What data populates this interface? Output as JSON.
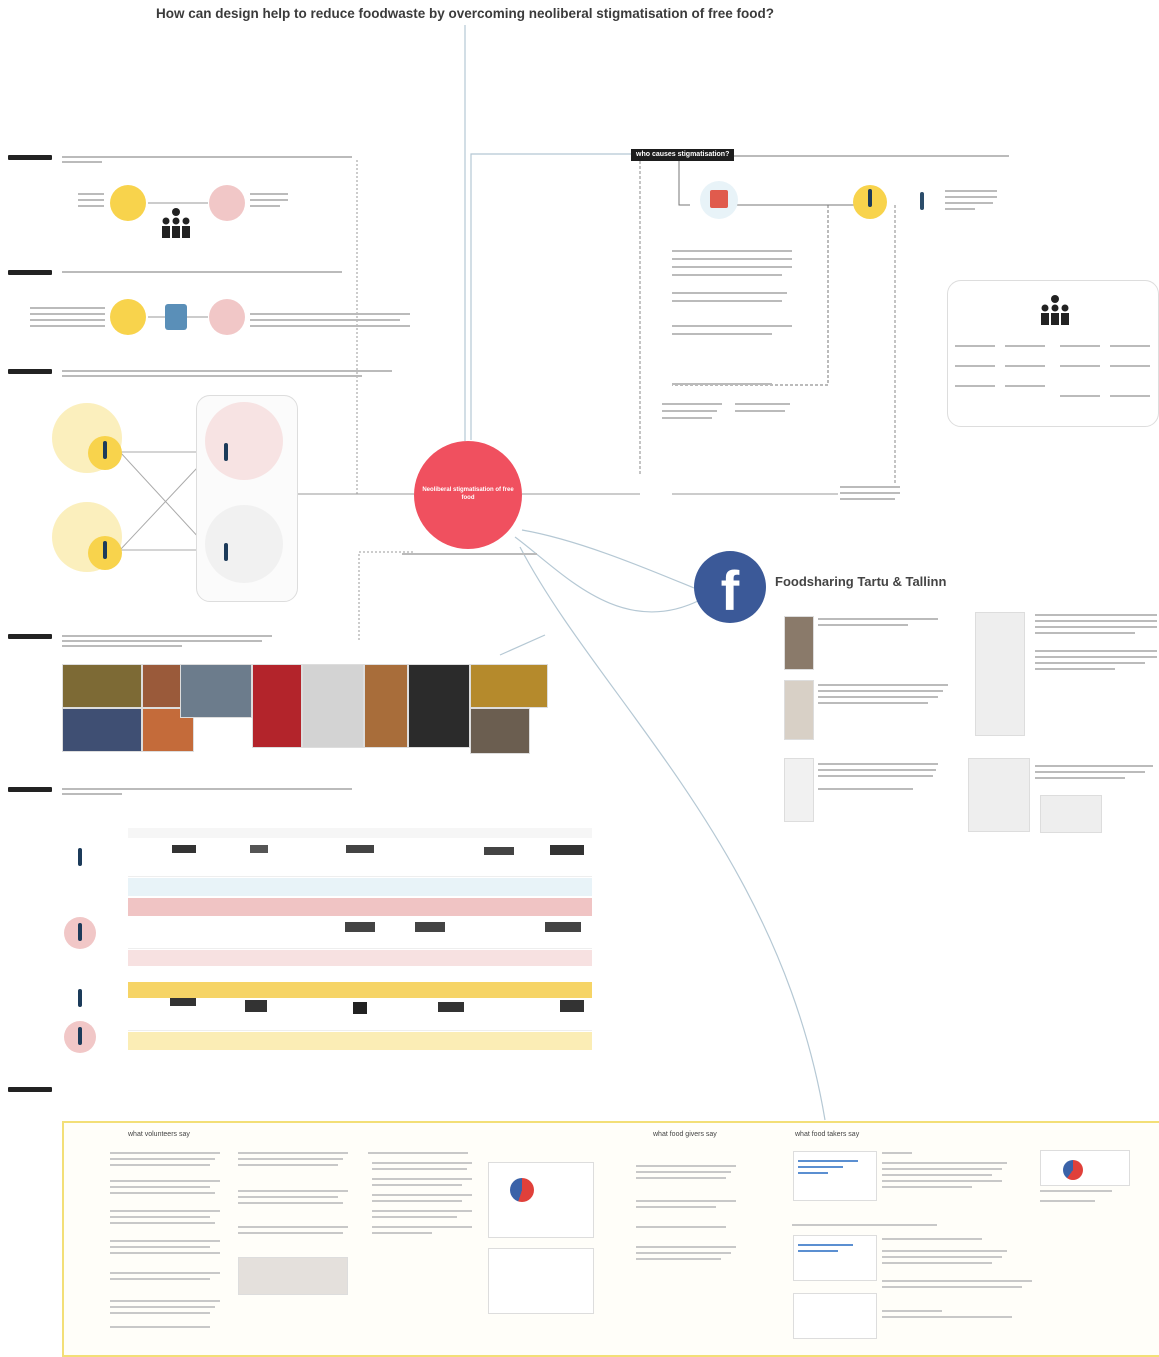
{
  "title": "How can design help to reduce foodwaste by overcoming neoliberal stigmatisation of free food?",
  "hub": {
    "label": "Neoliberal stigmatisation of free food",
    "color": "#f0505f"
  },
  "who_causes": {
    "label": "who causes stigmatisation?"
  },
  "facebook": {
    "title": "Foodsharing Tartu & Tallinn",
    "brand_color": "#3b5998",
    "icon": "facebook-icon"
  },
  "bottom": {
    "volunteers": "what volunteers say",
    "givers": "what food givers say",
    "takers": "what food takers say"
  },
  "colors": {
    "yellow": "#f8d34c",
    "pink": "#f1c7c7",
    "frame": "#f3df77"
  }
}
